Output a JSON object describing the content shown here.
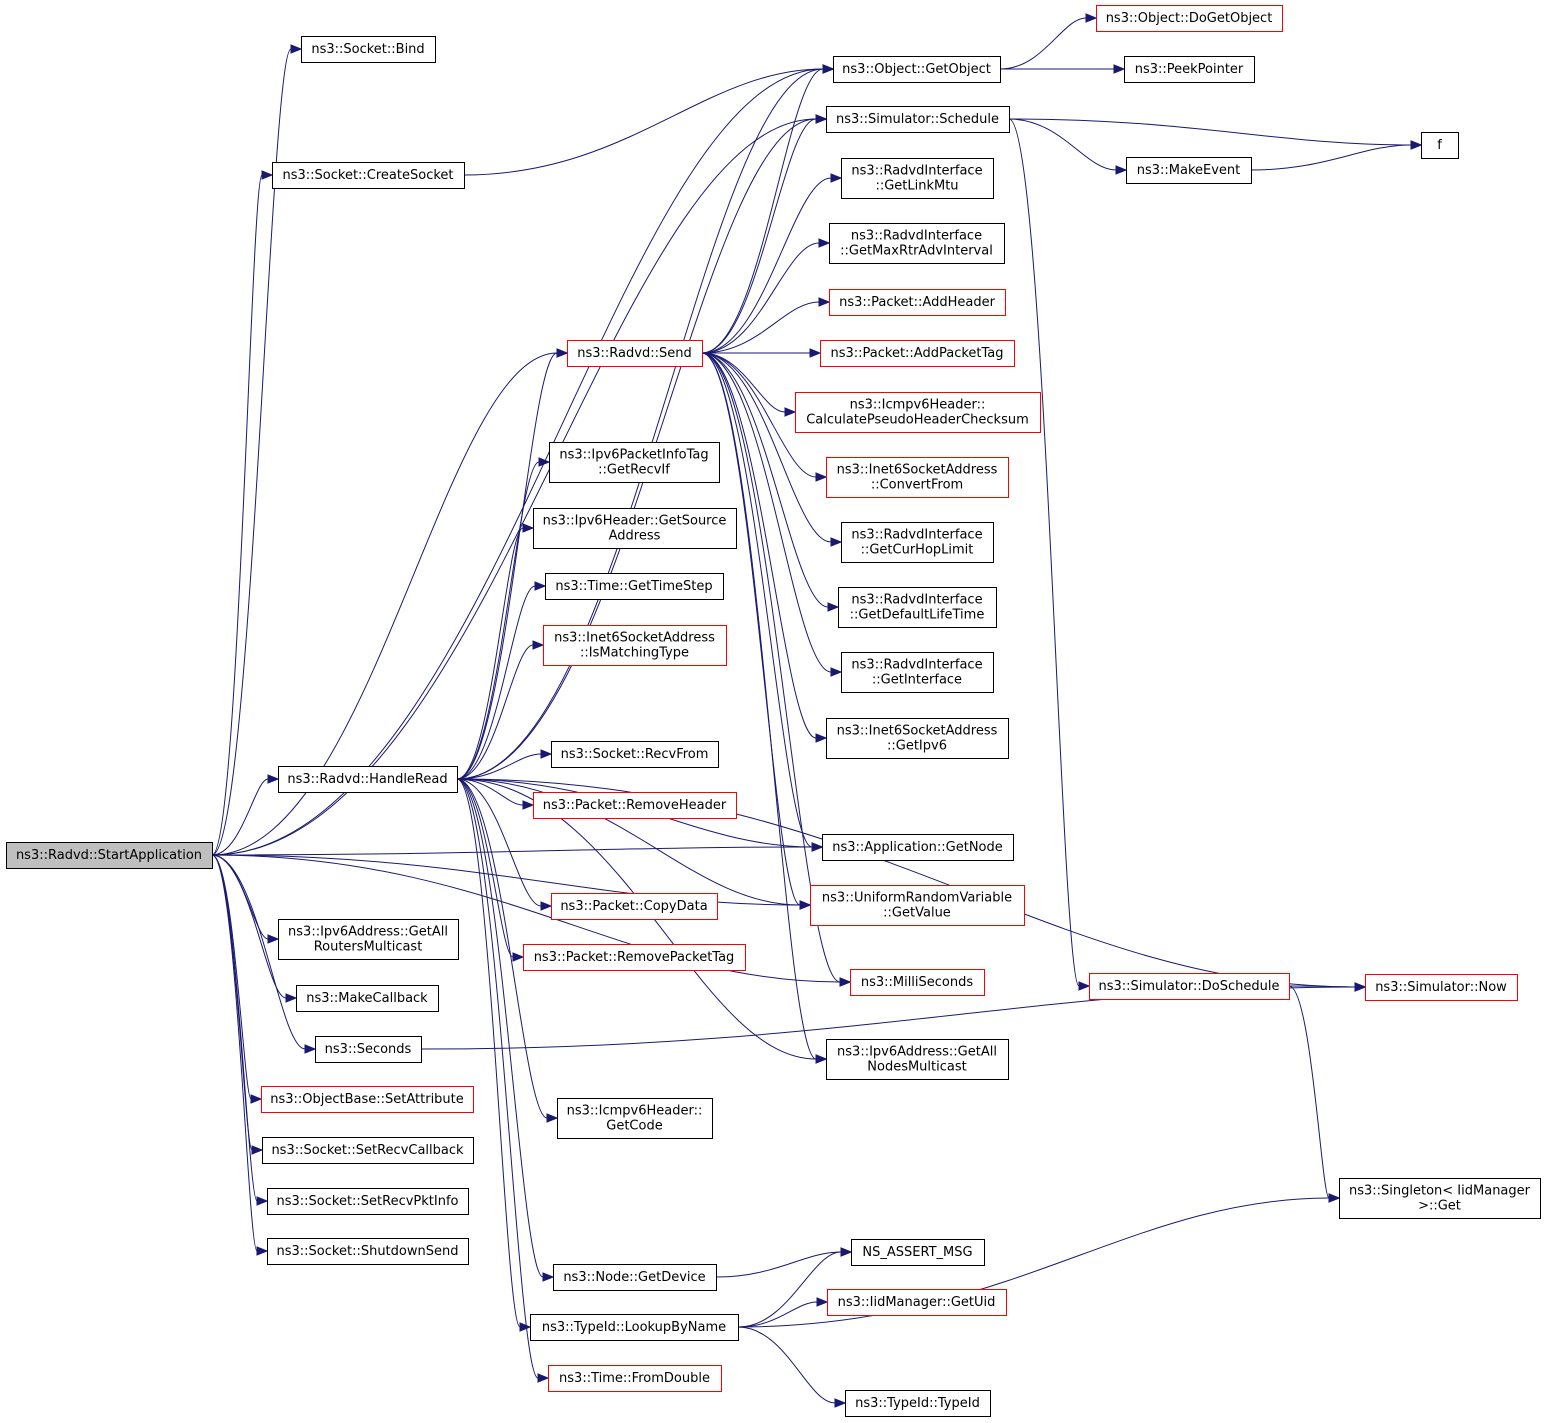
{
  "colors": {
    "edge": "#191970",
    "border_default": "#000000",
    "border_truncated": "#ff0000",
    "fill_default": "#ffffff",
    "fill_root": "#bfbfbf"
  },
  "nodes": [
    {
      "id": "start",
      "lines": [
        "ns3::Radvd::StartApplication"
      ],
      "kind": "root"
    },
    {
      "id": "bind",
      "lines": [
        "ns3::Socket::Bind"
      ],
      "kind": "normal"
    },
    {
      "id": "createsocket",
      "lines": [
        "ns3::Socket::CreateSocket"
      ],
      "kind": "normal"
    },
    {
      "id": "getobject",
      "lines": [
        "ns3::Object::GetObject"
      ],
      "kind": "normal"
    },
    {
      "id": "dogetobject",
      "lines": [
        "ns3::Object::DoGetObject"
      ],
      "kind": "truncated"
    },
    {
      "id": "peekpointer",
      "lines": [
        "ns3::PeekPointer"
      ],
      "kind": "normal"
    },
    {
      "id": "schedule",
      "lines": [
        "ns3::Simulator::Schedule"
      ],
      "kind": "normal"
    },
    {
      "id": "f",
      "lines": [
        "f"
      ],
      "kind": "normal"
    },
    {
      "id": "makeevent",
      "lines": [
        "ns3::MakeEvent"
      ],
      "kind": "normal"
    },
    {
      "id": "getlinkmtu",
      "lines": [
        "ns3::RadvdInterface",
        "::GetLinkMtu"
      ],
      "kind": "normal"
    },
    {
      "id": "getmaxrtr",
      "lines": [
        "ns3::RadvdInterface",
        "::GetMaxRtrAdvInterval"
      ],
      "kind": "normal"
    },
    {
      "id": "addheader",
      "lines": [
        "ns3::Packet::AddHeader"
      ],
      "kind": "truncated"
    },
    {
      "id": "send",
      "lines": [
        "ns3::Radvd::Send"
      ],
      "kind": "truncated"
    },
    {
      "id": "addpackettag",
      "lines": [
        "ns3::Packet::AddPacketTag"
      ],
      "kind": "truncated"
    },
    {
      "id": "calcpseudo",
      "lines": [
        "ns3::Icmpv6Header::",
        "CalculatePseudoHeaderChecksum"
      ],
      "kind": "truncated"
    },
    {
      "id": "convertfrom",
      "lines": [
        "ns3::Inet6SocketAddress",
        "::ConvertFrom"
      ],
      "kind": "truncated"
    },
    {
      "id": "getrecvif",
      "lines": [
        "ns3::Ipv6PacketInfoTag",
        "::GetRecvIf"
      ],
      "kind": "normal"
    },
    {
      "id": "getsource",
      "lines": [
        "ns3::Ipv6Header::GetSource",
        "Address"
      ],
      "kind": "normal"
    },
    {
      "id": "getcurhop",
      "lines": [
        "ns3::RadvdInterface",
        "::GetCurHopLimit"
      ],
      "kind": "normal"
    },
    {
      "id": "gettimestep",
      "lines": [
        "ns3::Time::GetTimeStep"
      ],
      "kind": "normal"
    },
    {
      "id": "getdefaultlife",
      "lines": [
        "ns3::RadvdInterface",
        "::GetDefaultLifeTime"
      ],
      "kind": "normal"
    },
    {
      "id": "ismatching",
      "lines": [
        "ns3::Inet6SocketAddress",
        "::IsMatchingType"
      ],
      "kind": "truncated"
    },
    {
      "id": "getinterface",
      "lines": [
        "ns3::RadvdInterface",
        "::GetInterface"
      ],
      "kind": "normal"
    },
    {
      "id": "getipv6",
      "lines": [
        "ns3::Inet6SocketAddress",
        "::GetIpv6"
      ],
      "kind": "normal"
    },
    {
      "id": "recvfrom",
      "lines": [
        "ns3::Socket::RecvFrom"
      ],
      "kind": "normal"
    },
    {
      "id": "handleread",
      "lines": [
        "ns3::Radvd::HandleRead"
      ],
      "kind": "normal"
    },
    {
      "id": "removeheader",
      "lines": [
        "ns3::Packet::RemoveHeader"
      ],
      "kind": "truncated"
    },
    {
      "id": "getnode",
      "lines": [
        "ns3::Application::GetNode"
      ],
      "kind": "normal"
    },
    {
      "id": "uniform",
      "lines": [
        "ns3::UniformRandomVariable",
        "::GetValue"
      ],
      "kind": "truncated"
    },
    {
      "id": "copydata",
      "lines": [
        "ns3::Packet::CopyData"
      ],
      "kind": "truncated"
    },
    {
      "id": "getallrouters",
      "lines": [
        "ns3::Ipv6Address::GetAll",
        "RoutersMulticast"
      ],
      "kind": "normal"
    },
    {
      "id": "removepackettag",
      "lines": [
        "ns3::Packet::RemovePacketTag"
      ],
      "kind": "truncated"
    },
    {
      "id": "milliseconds",
      "lines": [
        "ns3::MilliSeconds"
      ],
      "kind": "truncated"
    },
    {
      "id": "doschedule",
      "lines": [
        "ns3::Simulator::DoSchedule"
      ],
      "kind": "truncated"
    },
    {
      "id": "now",
      "lines": [
        "ns3::Simulator::Now"
      ],
      "kind": "truncated"
    },
    {
      "id": "makecallback",
      "lines": [
        "ns3::MakeCallback"
      ],
      "kind": "normal"
    },
    {
      "id": "seconds",
      "lines": [
        "ns3::Seconds"
      ],
      "kind": "normal"
    },
    {
      "id": "getallnodes",
      "lines": [
        "ns3::Ipv6Address::GetAll",
        "NodesMulticast"
      ],
      "kind": "normal"
    },
    {
      "id": "setattribute",
      "lines": [
        "ns3::ObjectBase::SetAttribute"
      ],
      "kind": "truncated"
    },
    {
      "id": "getcode",
      "lines": [
        "ns3::Icmpv6Header::",
        "GetCode"
      ],
      "kind": "normal"
    },
    {
      "id": "setrecvcallback",
      "lines": [
        "ns3::Socket::SetRecvCallback"
      ],
      "kind": "normal"
    },
    {
      "id": "singleton",
      "lines": [
        "ns3::Singleton< IidManager",
        " >::Get"
      ],
      "kind": "normal"
    },
    {
      "id": "setrecvpktinfo",
      "lines": [
        "ns3::Socket::SetRecvPktInfo"
      ],
      "kind": "normal"
    },
    {
      "id": "shutdownsend",
      "lines": [
        "ns3::Socket::ShutdownSend"
      ],
      "kind": "normal"
    },
    {
      "id": "nsassert",
      "lines": [
        "NS_ASSERT_MSG"
      ],
      "kind": "normal"
    },
    {
      "id": "getdevice",
      "lines": [
        "ns3::Node::GetDevice"
      ],
      "kind": "normal"
    },
    {
      "id": "getuid",
      "lines": [
        "ns3::IidManager::GetUid"
      ],
      "kind": "truncated"
    },
    {
      "id": "lookupbyname",
      "lines": [
        "ns3::TypeId::LookupByName"
      ],
      "kind": "normal"
    },
    {
      "id": "fromdouble",
      "lines": [
        "ns3::Time::FromDouble"
      ],
      "kind": "truncated"
    },
    {
      "id": "typeid",
      "lines": [
        "ns3::TypeId::TypeId"
      ],
      "kind": "normal"
    }
  ],
  "edges": [
    [
      "start",
      "bind"
    ],
    [
      "start",
      "createsocket"
    ],
    [
      "start",
      "getobject"
    ],
    [
      "start",
      "schedule"
    ],
    [
      "start",
      "send"
    ],
    [
      "start",
      "getnode"
    ],
    [
      "start",
      "handleread"
    ],
    [
      "start",
      "getallrouters"
    ],
    [
      "start",
      "makecallback"
    ],
    [
      "start",
      "seconds"
    ],
    [
      "start",
      "setattribute"
    ],
    [
      "start",
      "setrecvcallback"
    ],
    [
      "start",
      "setrecvpktinfo"
    ],
    [
      "start",
      "shutdownsend"
    ],
    [
      "start",
      "milliseconds"
    ],
    [
      "start",
      "uniform"
    ],
    [
      "createsocket",
      "getobject"
    ],
    [
      "getobject",
      "dogetobject"
    ],
    [
      "getobject",
      "peekpointer"
    ],
    [
      "schedule",
      "f"
    ],
    [
      "schedule",
      "makeevent"
    ],
    [
      "schedule",
      "doschedule"
    ],
    [
      "makeevent",
      "f"
    ],
    [
      "send",
      "getobject"
    ],
    [
      "send",
      "schedule"
    ],
    [
      "send",
      "getlinkmtu"
    ],
    [
      "send",
      "getmaxrtr"
    ],
    [
      "send",
      "addheader"
    ],
    [
      "send",
      "addpackettag"
    ],
    [
      "send",
      "calcpseudo"
    ],
    [
      "send",
      "convertfrom"
    ],
    [
      "send",
      "getcurhop"
    ],
    [
      "send",
      "getdefaultlife"
    ],
    [
      "send",
      "getinterface"
    ],
    [
      "send",
      "getipv6"
    ],
    [
      "send",
      "getnode"
    ],
    [
      "send",
      "uniform"
    ],
    [
      "send",
      "milliseconds"
    ],
    [
      "send",
      "getallnodes"
    ],
    [
      "handleread",
      "getobject"
    ],
    [
      "handleread",
      "schedule"
    ],
    [
      "handleread",
      "send"
    ],
    [
      "handleread",
      "getrecvif"
    ],
    [
      "handleread",
      "getsource"
    ],
    [
      "handleread",
      "gettimestep"
    ],
    [
      "handleread",
      "ismatching"
    ],
    [
      "handleread",
      "recvfrom"
    ],
    [
      "handleread",
      "removeheader"
    ],
    [
      "handleread",
      "getnode"
    ],
    [
      "handleread",
      "uniform"
    ],
    [
      "handleread",
      "copydata"
    ],
    [
      "handleread",
      "removepackettag"
    ],
    [
      "handleread",
      "now"
    ],
    [
      "handleread",
      "getallnodes"
    ],
    [
      "handleread",
      "getcode"
    ],
    [
      "handleread",
      "getdevice"
    ],
    [
      "handleread",
      "lookupbyname"
    ],
    [
      "handleread",
      "fromdouble"
    ],
    [
      "doschedule",
      "now"
    ],
    [
      "doschedule",
      "singleton"
    ],
    [
      "seconds",
      "now"
    ],
    [
      "getdevice",
      "nsassert"
    ],
    [
      "lookupbyname",
      "nsassert"
    ],
    [
      "lookupbyname",
      "getuid"
    ],
    [
      "lookupbyname",
      "singleton"
    ],
    [
      "lookupbyname",
      "typeid"
    ]
  ]
}
